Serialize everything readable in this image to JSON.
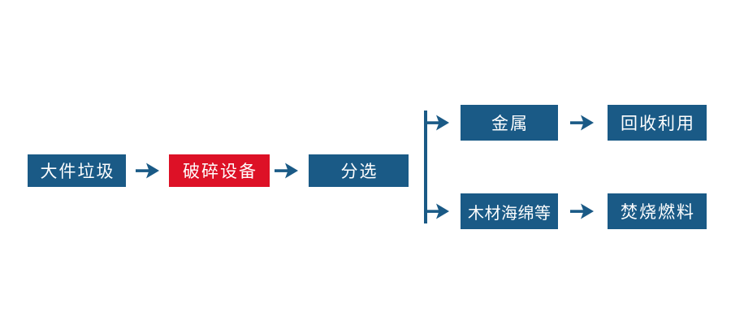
{
  "colors": {
    "node_blue": "#1A5A86",
    "node_red": "#DD1126",
    "connector_blue": "#1A5A86",
    "node_text": "#FFFFFF",
    "background": "#FFFFFF"
  },
  "flowchart": {
    "main_flow": [
      {
        "label": "大件垃圾",
        "variant": "blue"
      },
      {
        "label": "破碎设备",
        "variant": "red"
      },
      {
        "label": "分选",
        "variant": "blue"
      }
    ],
    "branches": [
      {
        "source": {
          "label": "金属"
        },
        "result": {
          "label": "回收利用"
        }
      },
      {
        "source": {
          "label": "木材海绵等"
        },
        "result": {
          "label": "焚烧燃料"
        }
      }
    ]
  }
}
